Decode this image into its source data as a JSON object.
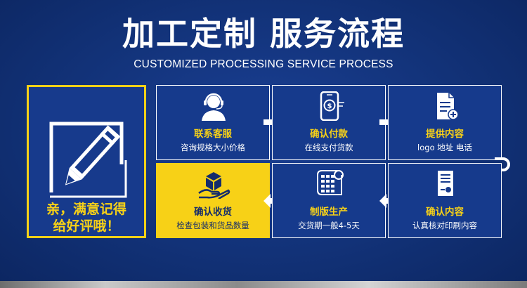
{
  "header": {
    "title": "加工定制  服务流程",
    "subtitle": "CUSTOMIZED PROCESSING SERVICE PROCESS"
  },
  "feature": {
    "icon": "pencil-edit-icon",
    "promo_line1": "亲，满意记得",
    "promo_line2": "给好评哦！"
  },
  "steps": [
    {
      "title": "联系客服",
      "subtitle": "咨询规格大小价格",
      "icon": "customer-service-headset-icon"
    },
    {
      "title": "确认付款",
      "subtitle": "在线支付货款",
      "icon": "mobile-payment-icon"
    },
    {
      "title": "提供内容",
      "subtitle": "logo 地址 电话",
      "icon": "document-add-icon"
    },
    {
      "title": "确认内容",
      "subtitle": "认真核对印刷内容",
      "icon": "certificate-document-icon"
    },
    {
      "title": "制版生产",
      "subtitle": "交货期一般4-5天",
      "icon": "printing-plate-icon"
    },
    {
      "title": "确认收货",
      "subtitle": "检查包装和货品数量",
      "icon": "package-receive-icon"
    }
  ],
  "colors": {
    "background": "#123278",
    "accent_yellow": "#f7d117",
    "card_blue": "#163a8c",
    "white": "#ffffff"
  }
}
